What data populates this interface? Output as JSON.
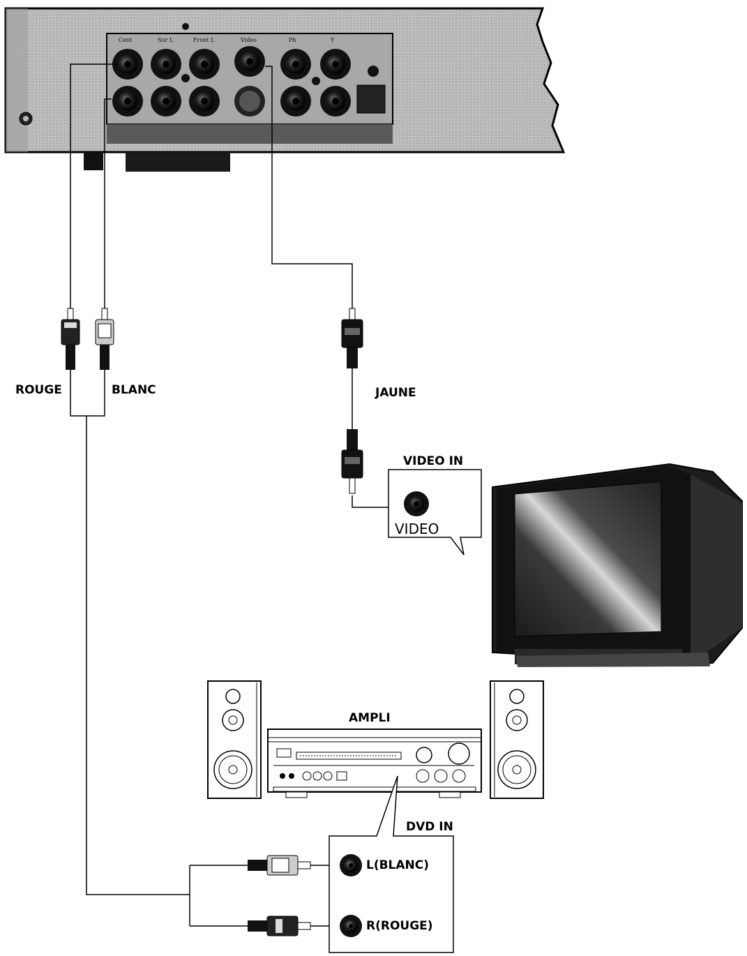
{
  "dvd_player": {
    "jack_labels": [
      "Cent",
      "Sur L",
      "Front L",
      "Video",
      "Pb",
      "Y"
    ]
  },
  "cables": {
    "rouge": "ROUGE",
    "blanc": "BLANC",
    "jaune": "JAUNE"
  },
  "tv_input": {
    "title": "VIDEO IN",
    "jack_label": "VIDEO"
  },
  "amplifier": {
    "title": "AMPLI",
    "input_title": "DVD IN",
    "left_label": "L(BLANC)",
    "right_label": "R(ROUGE)"
  }
}
